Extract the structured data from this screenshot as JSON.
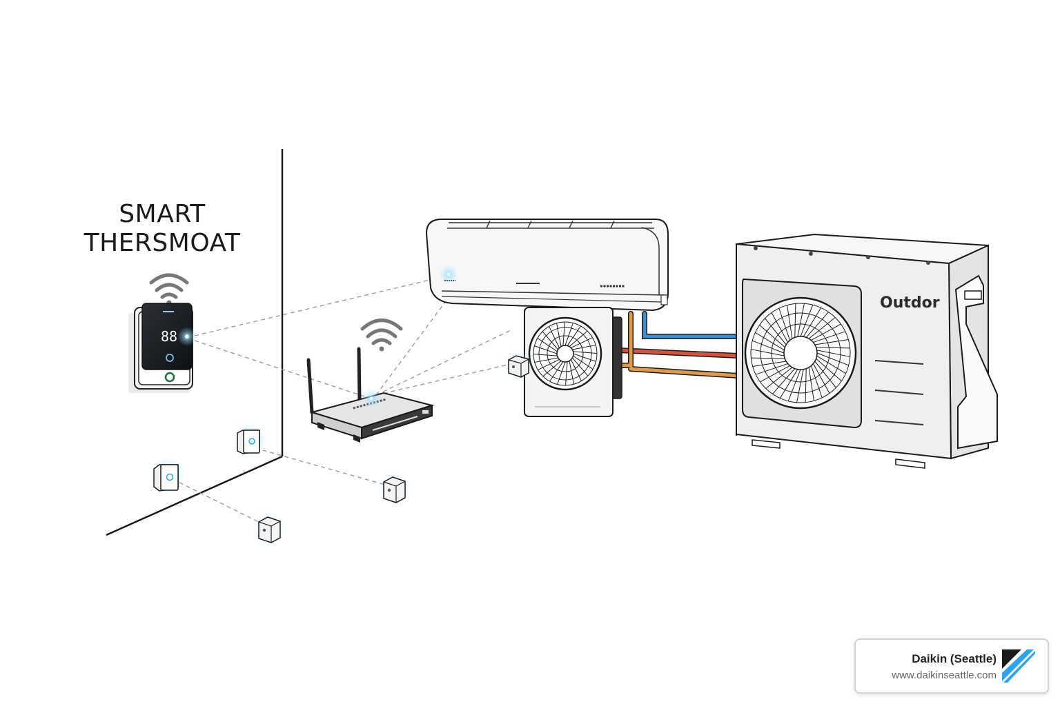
{
  "thermostat": {
    "title_line1": "SMART",
    "title_line2": "THERSMOAT",
    "display": "88",
    "icon": "wifi-icon"
  },
  "router": {
    "icon": "wifi-icon"
  },
  "outdoor_unit": {
    "label": "Outdor"
  },
  "pipes": {
    "colors": [
      "#3d8fd6",
      "#d5533c",
      "#e09a4a"
    ]
  },
  "accent": {
    "glow": "#8fd6ff"
  },
  "badge": {
    "name": "Daikin (Seattle)",
    "url": "www.daikinseattle.com",
    "logo_colors": [
      "#1a1a1a",
      "#2ba3f0"
    ]
  }
}
